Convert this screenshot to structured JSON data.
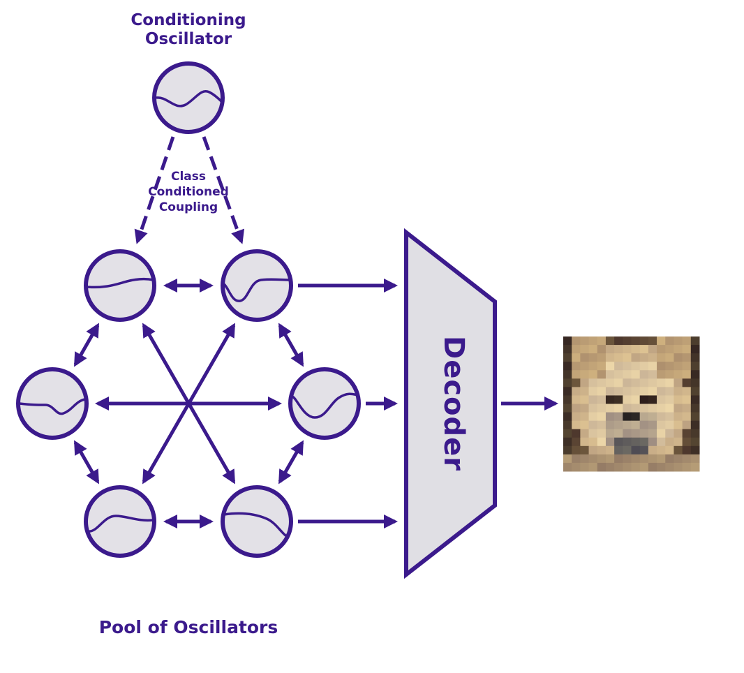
{
  "labels": {
    "conditioning_line1": "Conditioning",
    "conditioning_line2": "Oscillator",
    "class_line1": "Class",
    "class_line2": "Conditioned",
    "class_line3": "Coupling",
    "pool": "Pool of Oscillators",
    "decoder": "Decoder"
  },
  "colors": {
    "accent": "#3b1a8c",
    "node_fill": "#e3e1e7",
    "decoder_fill": "#e0dfe4"
  },
  "icons": {
    "oscillator": "sine-wave-circle-icon",
    "output": "dog-image"
  }
}
